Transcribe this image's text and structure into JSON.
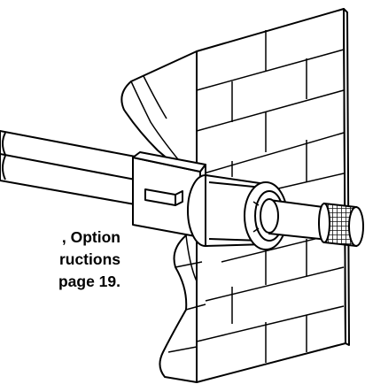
{
  "caption": {
    "lines": [
      ", Option",
      "ructions",
      "page 19."
    ]
  },
  "colors": {
    "line": "#000000",
    "fill": "#ffffff",
    "cap_dark": "#222222"
  },
  "icons": {
    "illustration": "vent-through-masonry-wall-diagram"
  }
}
